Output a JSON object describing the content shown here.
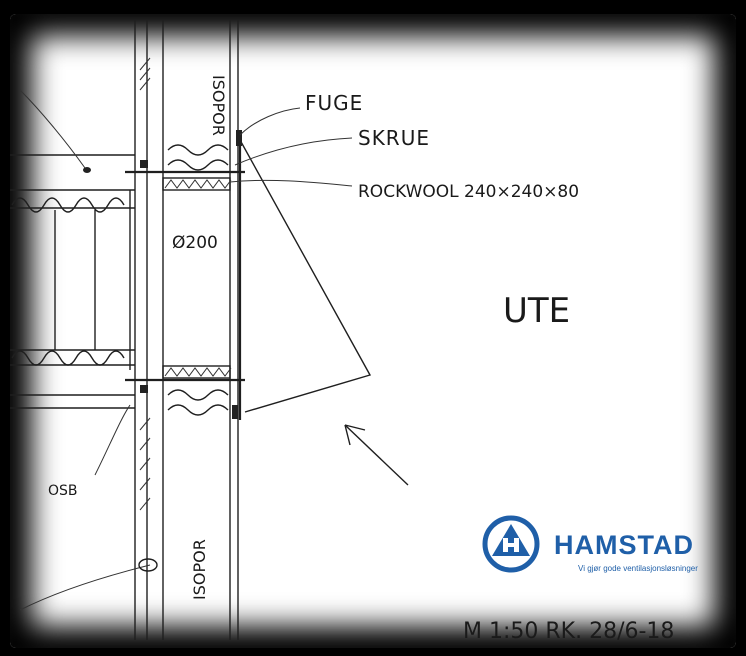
{
  "labels": {
    "fuge": "FUGE",
    "skrue": "SKRUE",
    "rockwool": "ROCKWOOL 240×240×80",
    "diameter": "Ø200",
    "ute": "UTE",
    "isopor_top": "ISOPOR",
    "isopor_bottom": "ISOPOR",
    "osb": "OSB",
    "scale_note": "M 1:50 RK. 28/6-18"
  },
  "logo": {
    "name": "HAMSTAD",
    "tagline": "Vi gjør gode ventilasjonsløsninger",
    "color": "#1f5fa8"
  }
}
